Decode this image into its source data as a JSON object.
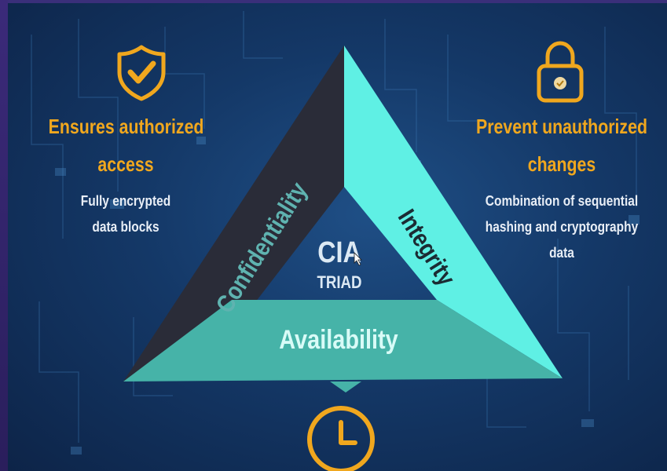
{
  "diagram": {
    "center": {
      "title": "CIA",
      "subtitle": "TRIAD"
    },
    "segments": [
      {
        "label": "Confidentiality",
        "color": "#2a2c38",
        "text_color": "#5fb3b0"
      },
      {
        "label": "Integrity",
        "color": "#5ff0e4",
        "text_color": "#1b2b33"
      },
      {
        "label": "Availability",
        "color": "#46b3a8",
        "text_color": "#d8fbf7"
      }
    ],
    "callouts": {
      "confidentiality": {
        "icon": "shield-check-icon",
        "heading_line1": "Ensures authorized",
        "heading_line2": "access",
        "desc_line1": "Fully encrypted",
        "desc_line2": "data blocks"
      },
      "integrity": {
        "icon": "padlock-icon",
        "heading_line1": "Prevent unauthorized",
        "heading_line2": "changes",
        "desc_line1": "Combination of sequential",
        "desc_line2": "hashing and cryptography",
        "desc_line3": "data"
      },
      "availability": {
        "icon": "clock-icon"
      }
    }
  },
  "colors": {
    "accent": "#f0a71e",
    "background": "#143867",
    "text": "#e8eef6"
  }
}
